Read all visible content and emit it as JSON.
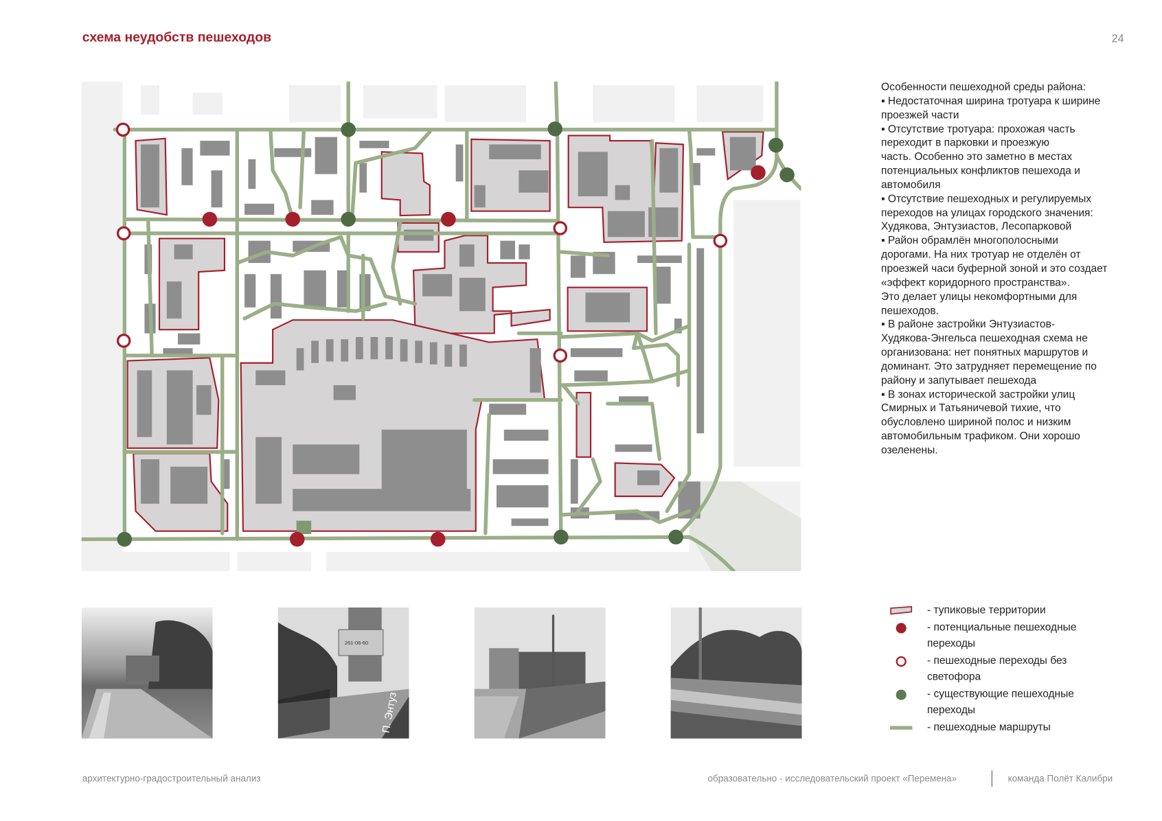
{
  "header": {
    "title": "схема неудобств пешеходов",
    "page_number": "24"
  },
  "description": {
    "lines": [
      "Особенности пешеходной среды района:",
      "▪ Недостаточная ширина тротуара к ширине",
      "проезжей части",
      "▪ Отсутствие тротуара: прохожая часть",
      "переходит в парковки и проезжую",
      "часть. Особенно это заметно в местах",
      "потенциальных конфликтов пешехода и",
      "автомобиля",
      "▪ Отсутствие пешеходных и регулируемых",
      "переходов на улицах городского значения:",
      "Худякова, Энтузиастов, Лесопарковой",
      "▪ Район обрамлён многополосными",
      "дорогами. На них тротуар не отделён от",
      "проезжей часи буферной зоной и это создает",
      "«эффект коридорного пространства».",
      "Это делает улицы некомфортными для",
      "пешеходов.",
      "▪ В районе застройки Энтузиастов-",
      "Худякова-Энгельса пешеходная схема не",
      "организована: нет понятных маршрутов и",
      "доминант. Это затрудняет перемещение по",
      "району и запутывает пешехода",
      "▪ В зонах исторической застройки улиц",
      "Смирных и Татьяничевой тихие, что",
      "обусловлено шириной полос и низким",
      "автомобильным трафиком. Они хорошо",
      "озеленены."
    ]
  },
  "photos": {
    "photo2_sign": "261-06-60",
    "photo2_street": "П. Энтуз"
  },
  "legend": {
    "items": [
      {
        "symbol": "dead-end-territory",
        "label": "- тупиковые территории"
      },
      {
        "symbol": "potential-crossing",
        "label": "- потенциальные пешеходные переходы"
      },
      {
        "symbol": "unsignalized-crossing",
        "label": "- пешеходные переходы без светофора"
      },
      {
        "symbol": "existing-crossing",
        "label": "- существующие пешеходные переходы"
      },
      {
        "symbol": "pedestrian-route",
        "label": "- пешеходные маршруты"
      }
    ]
  },
  "footer": {
    "left": "архитектурно-градостроительный анализ",
    "center": "образовательно - исследовательский проект «Перемена»",
    "right": "команда Полёт Калибри"
  },
  "colors": {
    "accent": "#a3202c",
    "route": "#9aae88",
    "existing": "#4f6b45",
    "block": "#d6d4d5",
    "building": "#8e8e8e"
  }
}
